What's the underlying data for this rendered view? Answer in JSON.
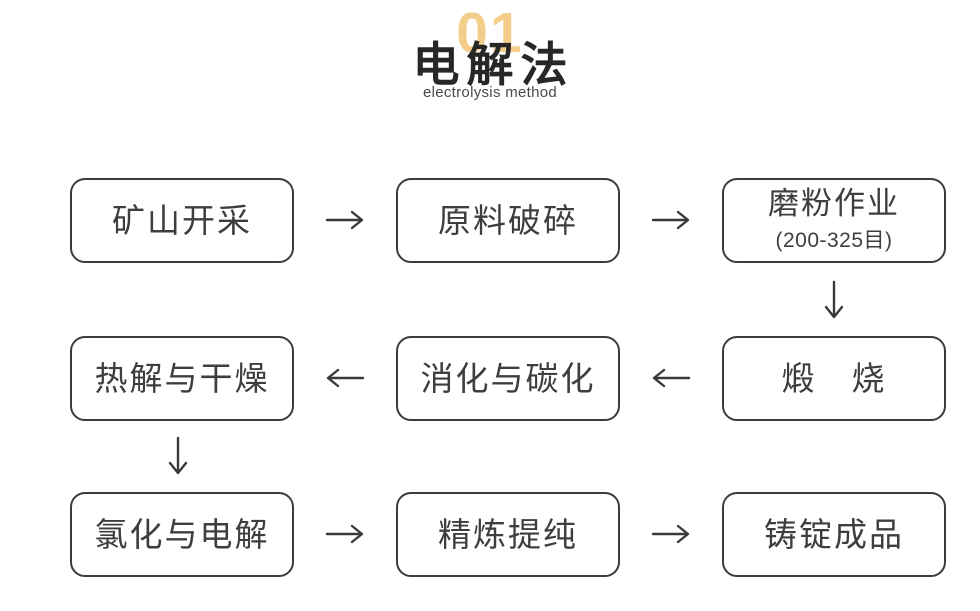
{
  "header": {
    "number": "01",
    "title": "电解法",
    "subtitle": "electrolysis method"
  },
  "colors": {
    "accent": "#F3CD89",
    "title_text": "#272727",
    "subtitle_text": "#4A4A4A",
    "box_border": "#3C3C3C",
    "box_text": "#3E3E3E",
    "arrow": "#3A3A3A",
    "background": "#FFFFFF"
  },
  "flow": {
    "nodes": [
      {
        "label": "矿山开采",
        "row": 1,
        "col": 1
      },
      {
        "label": "原料破碎",
        "row": 1,
        "col": 2
      },
      {
        "label": "磨粉作业",
        "sublabel": "(200-325目)",
        "row": 1,
        "col": 3
      },
      {
        "label": "煅　烧",
        "row": 2,
        "col": 3
      },
      {
        "label": "消化与碳化",
        "row": 2,
        "col": 2
      },
      {
        "label": "热解与干燥",
        "row": 2,
        "col": 1
      },
      {
        "label": "氯化与电解",
        "row": 3,
        "col": 1
      },
      {
        "label": "精炼提纯",
        "row": 3,
        "col": 2
      },
      {
        "label": "铸锭成品",
        "row": 3,
        "col": 3
      }
    ],
    "edges": [
      {
        "from": "矿山开采",
        "to": "原料破碎",
        "direction": "right"
      },
      {
        "from": "原料破碎",
        "to": "磨粉作业",
        "direction": "right"
      },
      {
        "from": "磨粉作业",
        "to": "煅烧",
        "direction": "down"
      },
      {
        "from": "煅烧",
        "to": "消化与碳化",
        "direction": "left"
      },
      {
        "from": "消化与碳化",
        "to": "热解与干燥",
        "direction": "left"
      },
      {
        "from": "热解与干燥",
        "to": "氯化与电解",
        "direction": "down"
      },
      {
        "from": "氯化与电解",
        "to": "精炼提纯",
        "direction": "right"
      },
      {
        "from": "精炼提纯",
        "to": "铸锭成品",
        "direction": "right"
      }
    ]
  }
}
